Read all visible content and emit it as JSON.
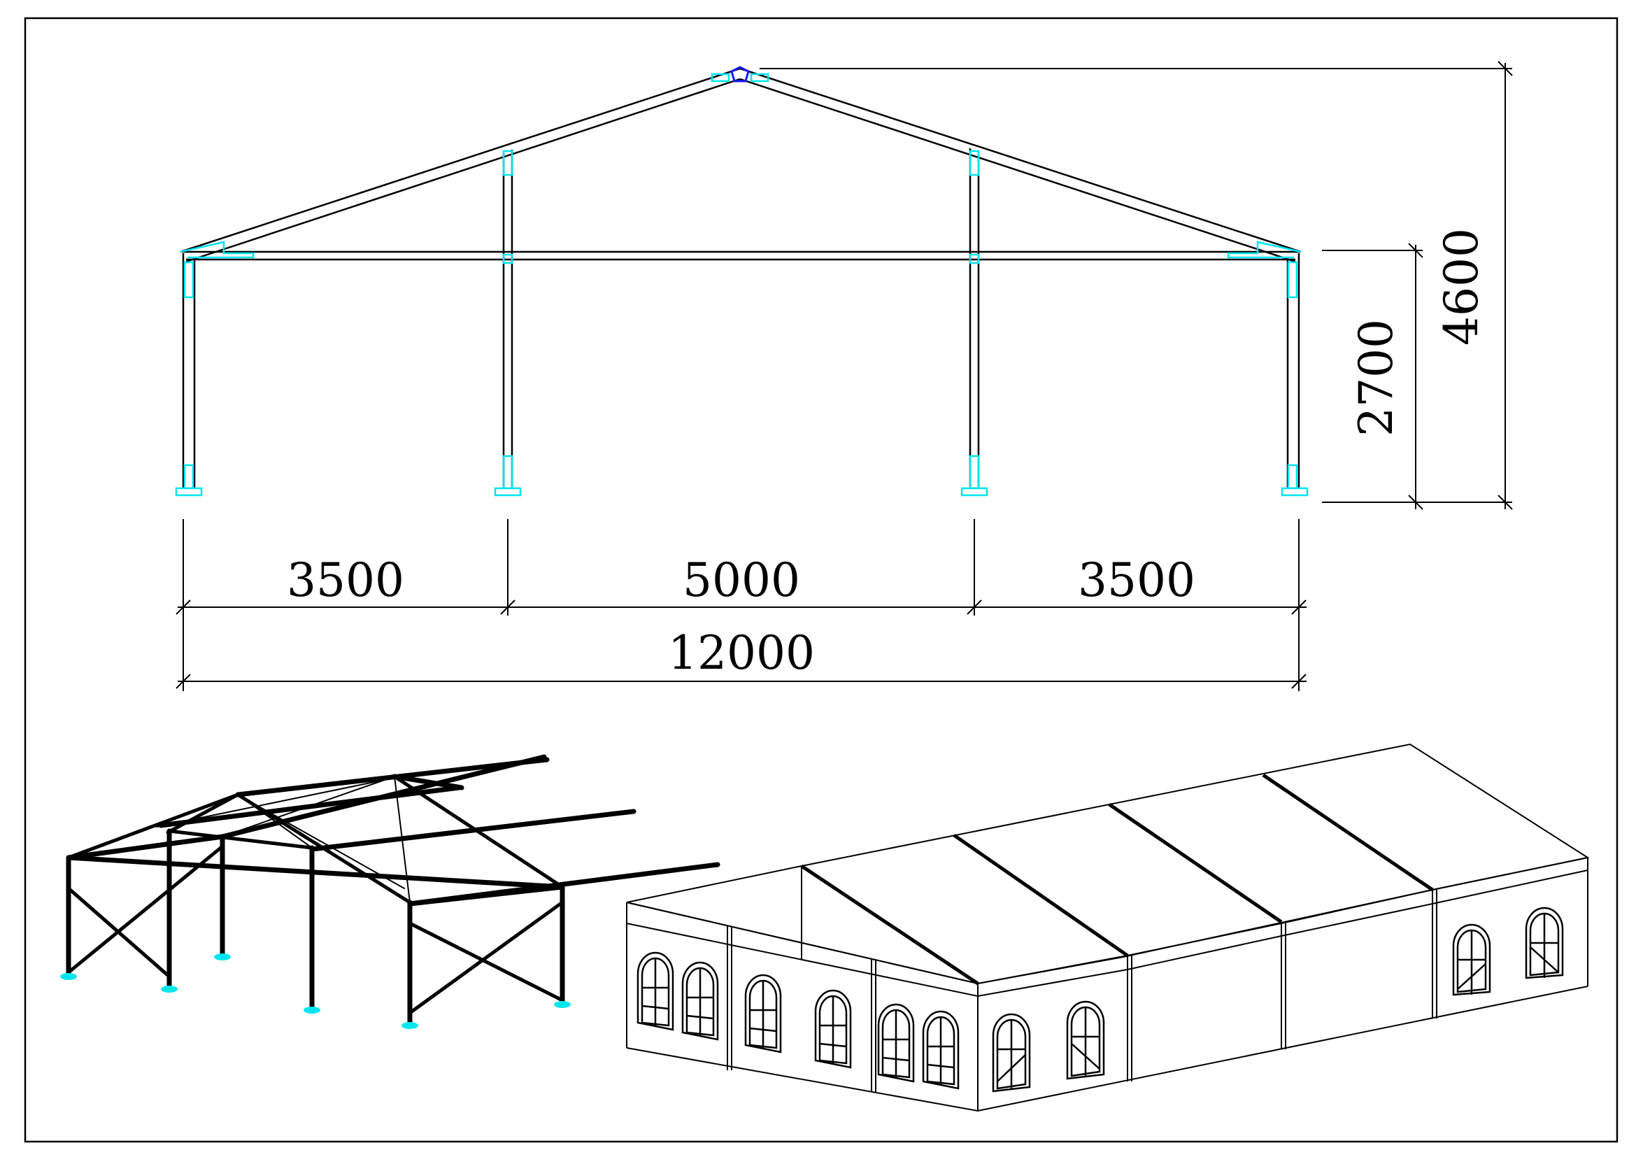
{
  "colors": {
    "line": "#000000",
    "fitting": "#00e5ee",
    "apex": "#1a1aff",
    "background": "#ffffff"
  },
  "dimensions": {
    "span_left": "3500",
    "span_middle": "5000",
    "span_right": "3500",
    "total_width": "12000",
    "eave_height": "2700",
    "ridge_height": "4600"
  }
}
